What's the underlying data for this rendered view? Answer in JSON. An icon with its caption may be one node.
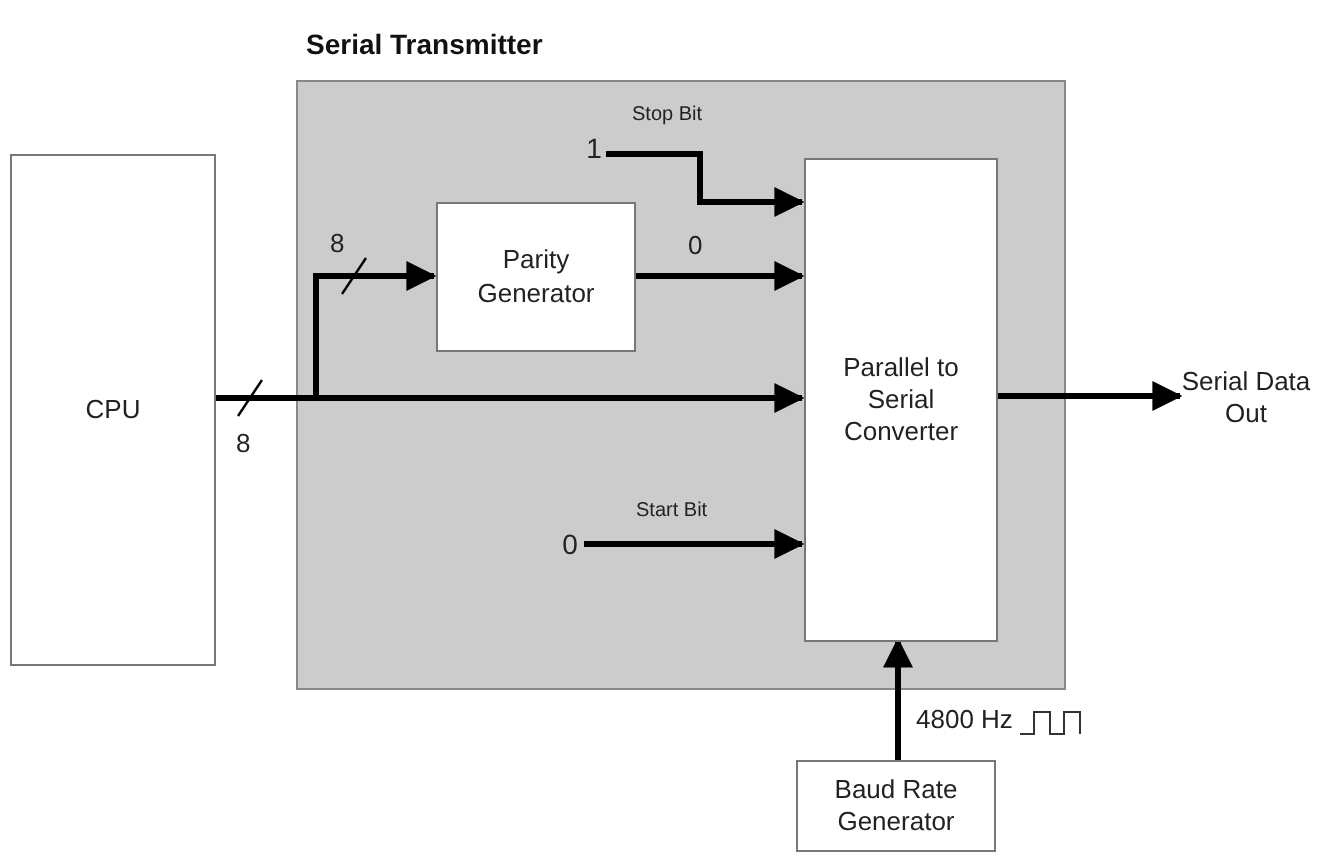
{
  "diagram": {
    "nodes": [
      {
        "text": [
          "Serial Transmitter"
        ]
      },
      {
        "text": [
          "CPU"
        ]
      },
      {
        "text": [
          "Parity Generator"
        ],
        "in": 0
      },
      {
        "text": [
          "Parallel to Serial Converter"
        ],
        "in": 0
      },
      {
        "text": [
          "Baud Rate Generator"
        ]
      },
      {
        "text": [
          "1"
        ],
        "in": 0
      },
      {
        "text": [
          "0"
        ],
        "in": 0
      },
      {
        "text": [
          "Serial Data Out"
        ]
      }
    ],
    "edges": [
      {
        "from": 1,
        "to": 2,
        "arrow": "to",
        "label": "8"
      },
      {
        "from": 1,
        "to": 3,
        "arrow": "to",
        "label": "8"
      },
      {
        "from": 5,
        "to": 3,
        "arrow": "to",
        "label": "Stop Bit"
      },
      {
        "from": 2,
        "to": 3,
        "arrow": "to",
        "label": "0"
      },
      {
        "from": 6,
        "to": 3,
        "arrow": "to",
        "label": "Start Bit"
      },
      {
        "from": 3,
        "to": 7,
        "arrow": "to"
      },
      {
        "from": 4,
        "to": 3,
        "arrow": "to",
        "label": "4800 Hz"
      }
    ]
  }
}
